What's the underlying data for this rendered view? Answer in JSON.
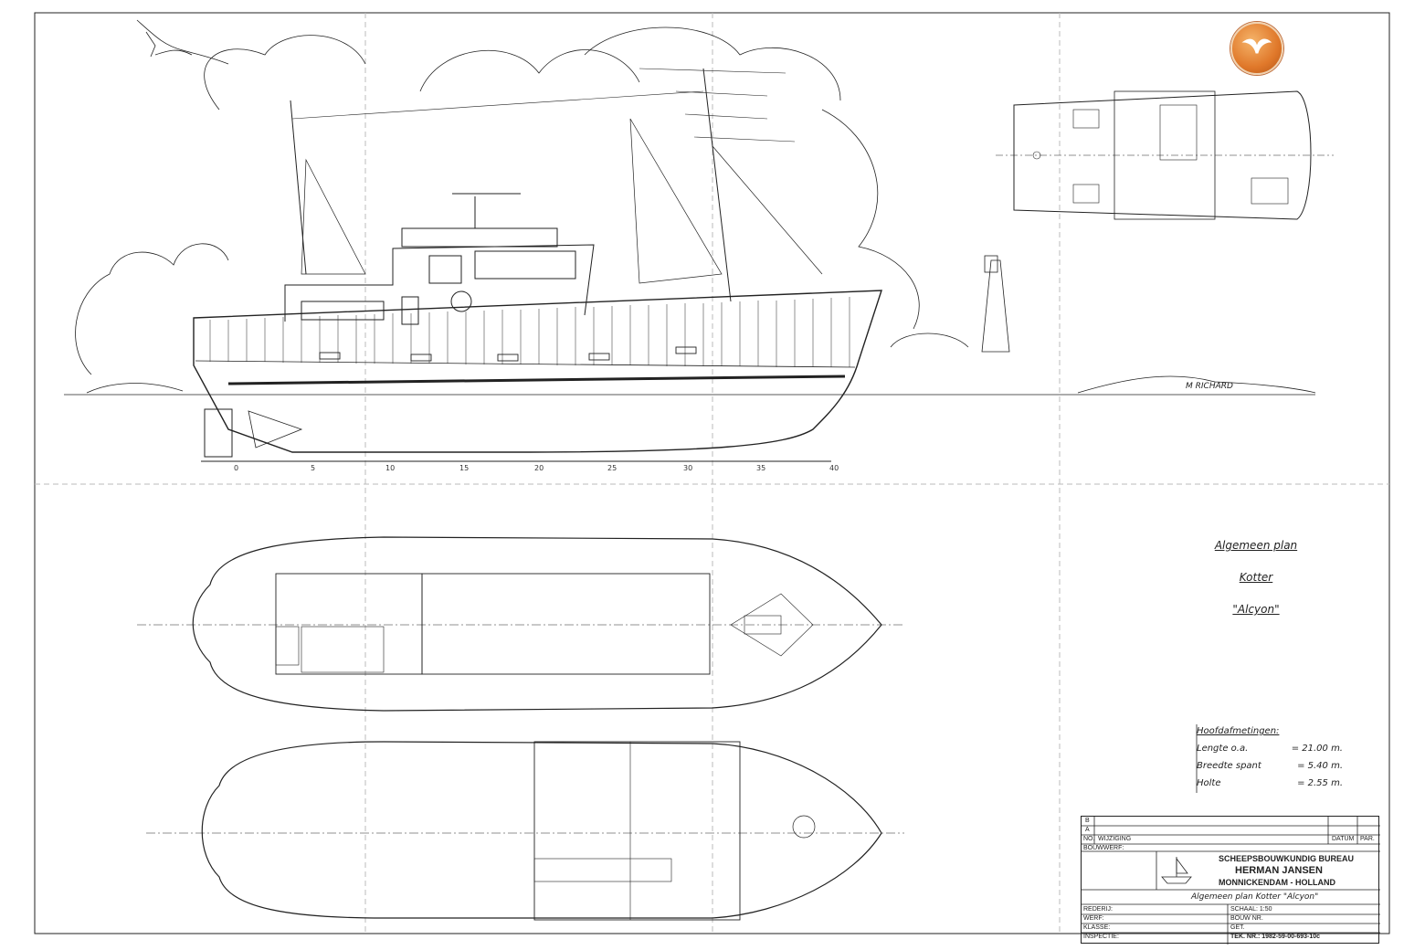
{
  "plan": {
    "title": "Algemeen plan",
    "type": "Kotter",
    "name": "\"Alcyon\"",
    "signature": "M RICHARD"
  },
  "dimensions": {
    "heading": "Hoofdafmetingen:",
    "rows": [
      {
        "label": "Lengte o.a.",
        "value": "= 21.00 m."
      },
      {
        "label": "Breedte spant",
        "value": "= 5.40 m."
      },
      {
        "label": "Holte",
        "value": "= 2.55 m."
      }
    ]
  },
  "frame_labels": [
    "0",
    "5",
    "10",
    "15",
    "20",
    "25",
    "30",
    "35",
    "40"
  ],
  "title_block": {
    "rev_b": "B",
    "rev_a": "A",
    "no": "NO.",
    "wijziging": "WIJZIGING",
    "datum": "DATUM",
    "par": "PAR.",
    "bouwwerf": "BOUWWERF:",
    "firm_line1": "SCHEEPSBOUWKUNDIG BUREAU",
    "firm_line2": "HERMAN JANSEN",
    "firm_line3": "MONNICKENDAM - HOLLAND",
    "drawing_title": "Algemeen plan  Kotter  \"Alcyon\"",
    "rederij": "REDERIJ:",
    "werf": "WERF:",
    "klasse": "KLASSE:",
    "inspectie": "INSPECTIE:",
    "schaal": "SCHAAL: 1:50",
    "bouw_nr": "BOUW NR.",
    "get": "GET.",
    "tek_nr": "TEK. NR.: 1982-59-00-693-10c"
  },
  "colors": {
    "ink": "#222222",
    "logo": "#e0782a"
  },
  "icons": {
    "logo": "bird-logo-icon"
  }
}
